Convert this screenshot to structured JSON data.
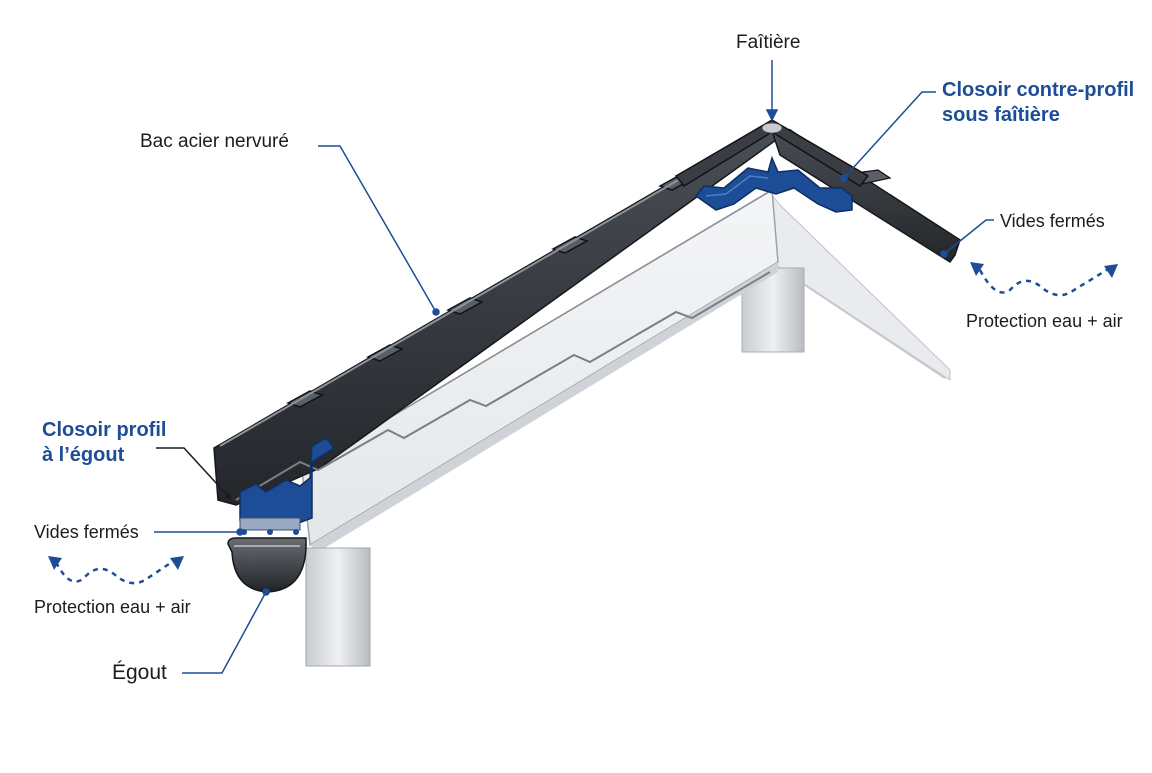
{
  "labels": {
    "faitiere": "Faîtière",
    "closoir_contre_profil_line1": "Closoir contre-profil",
    "closoir_contre_profil_line2": "sous faîtière",
    "bac_acier": "Bac acier nervuré",
    "vides_fermes_right": "Vides fermés",
    "protection_right": "Protection eau + air",
    "closoir_profil_line1": "Closoir profil",
    "closoir_profil_line2": "à l’égout",
    "vides_fermes_left": "Vides fermés",
    "protection_left": "Protection eau + air",
    "egout": "Égout"
  },
  "colors": {
    "closoir_blue": "#1d4d97",
    "steel_dark": "#2a2d31",
    "steel_mid": "#3d4147",
    "text_dark": "#1c1c1c",
    "leader_line": "#1d4d97",
    "wall_light": "#eef0f2"
  }
}
